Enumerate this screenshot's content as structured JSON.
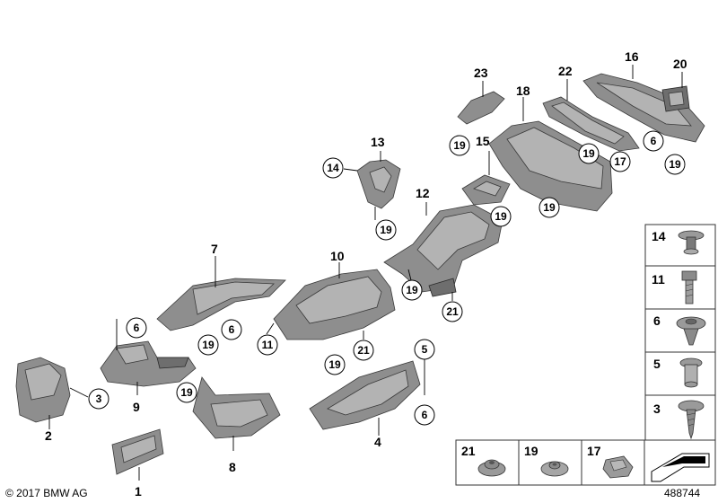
{
  "labels": {
    "p1": "1",
    "p2": "2",
    "p3": "3",
    "p4": "4",
    "p5": "5",
    "p6a": "6",
    "p6b": "6",
    "p6c": "6",
    "p6d": "6",
    "p7": "7",
    "p8": "8",
    "p9": "9",
    "p10": "10",
    "p11": "11",
    "p12": "12",
    "p13": "13",
    "p14": "14",
    "p15": "15",
    "p16": "16",
    "p17": "17",
    "p18": "18",
    "p19a": "19",
    "p19b": "19",
    "p19c": "19",
    "p19d": "19",
    "p19e": "19",
    "p19f": "19",
    "p19g": "19",
    "p19h": "19",
    "p19i": "19",
    "p19j": "19",
    "p20": "20",
    "p21a": "21",
    "p21b": "21",
    "p22": "22",
    "p23": "23"
  },
  "legend": {
    "side": [
      "14",
      "11",
      "6",
      "5",
      "3"
    ],
    "bottom": [
      "21",
      "19",
      "17"
    ]
  },
  "footer": {
    "copyright": "© 2017 BMW AG",
    "diagram_id": "488744"
  }
}
